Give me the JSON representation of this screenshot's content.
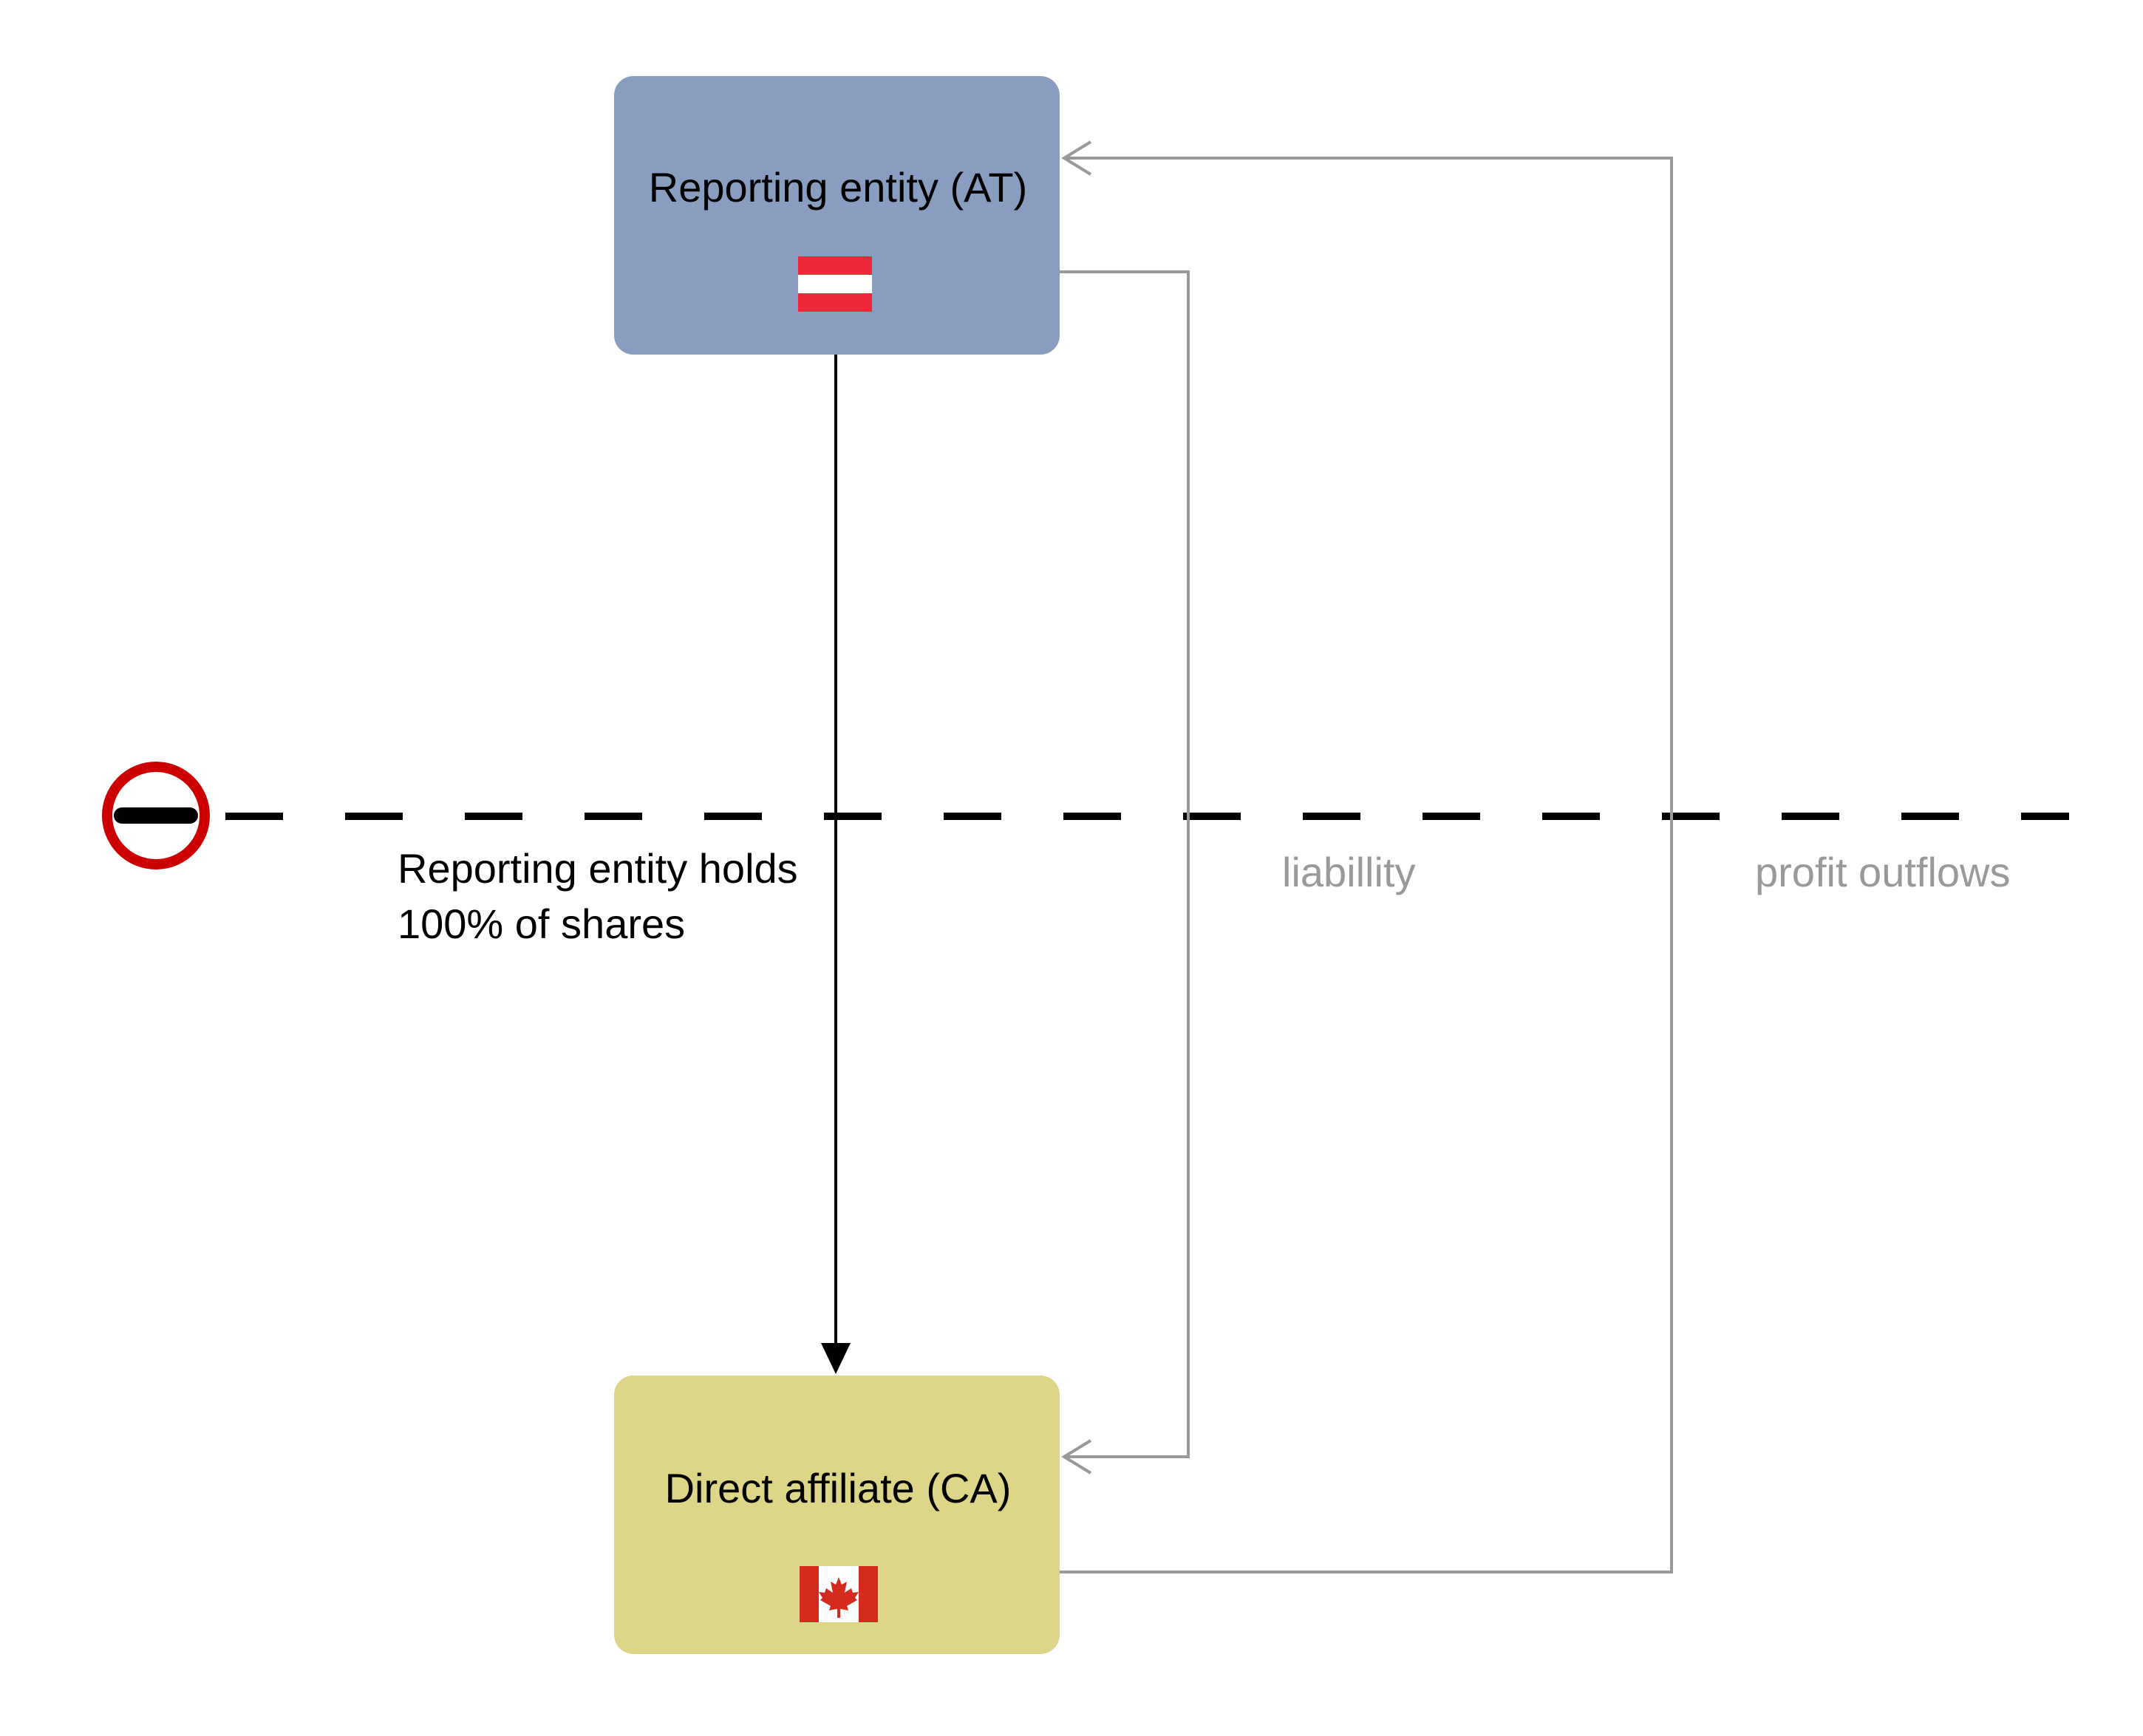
{
  "nodes": {
    "reporting_entity": {
      "label": "Reporting entity (AT)",
      "fill": "#889dbf",
      "flag": "austria-flag-icon"
    },
    "direct_affiliate": {
      "label": "Direct affiliate (CA)",
      "fill": "#ddd587",
      "flag": "canada-flag-icon"
    }
  },
  "edges": {
    "shareholding": {
      "label_line1": "Reporting entity holds",
      "label_line2": "100% of shares",
      "color": "#000000"
    },
    "liability": {
      "label": "liabillity",
      "color": "#999999"
    },
    "profit_outflows": {
      "label": "profit outflows",
      "color": "#999999"
    }
  },
  "border": {
    "icon": "border-sign-icon",
    "sign_color": "#cc0000",
    "line_color": "#000000"
  },
  "flags": {
    "austria": {
      "red": "#ed2939",
      "white": "#ffffff"
    },
    "canada": {
      "red": "#d52b1e",
      "white": "#ffffff"
    }
  }
}
